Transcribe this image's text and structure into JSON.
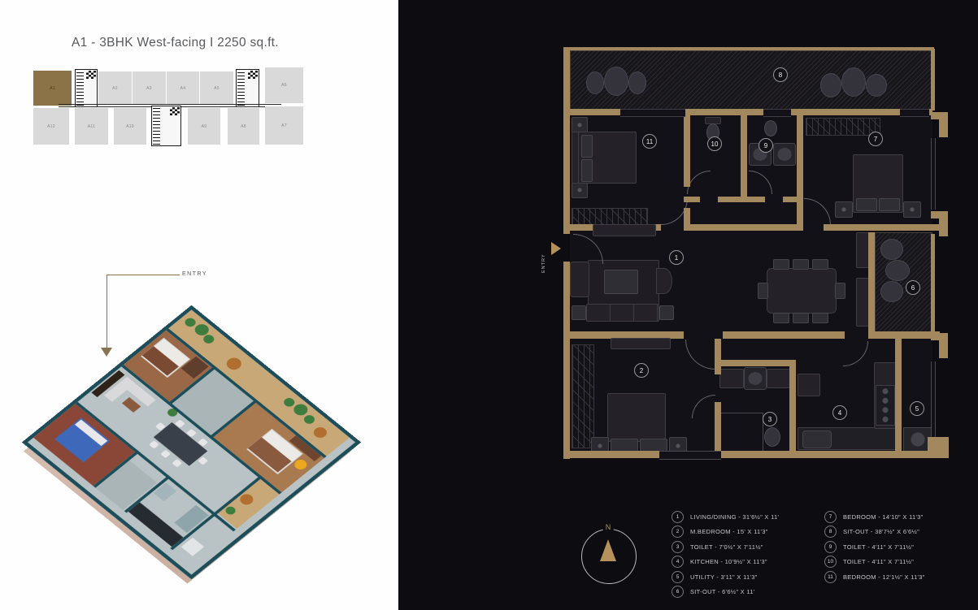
{
  "title": "A1 - 3BHK West-facing I 2250 sq.ft.",
  "key_plan": {
    "highlighted_unit": "A1",
    "top_row": [
      "A1",
      "A2",
      "A3",
      "A4",
      "A5",
      "A6"
    ],
    "bottom_row": [
      "A12",
      "A11",
      "A10",
      "A9",
      "A8",
      "A7"
    ]
  },
  "entry_callout": {
    "label": "ENTRY"
  },
  "plan2d": {
    "entry_label": "ENTRY"
  },
  "compass": {
    "north_label": "N"
  },
  "legend": {
    "items": [
      {
        "num": "1",
        "text": "LIVING/DINING - 31'6½\" X 11'"
      },
      {
        "num": "2",
        "text": "M.BEDROOM - 15' X 11'3\""
      },
      {
        "num": "3",
        "text": "TOILET - 7'0½\" X 7'11½\""
      },
      {
        "num": "4",
        "text": "KITCHEN - 10'9½\" X 11'3\""
      },
      {
        "num": "5",
        "text": "UTILITY - 3'11\" X 11'3\""
      },
      {
        "num": "6",
        "text": "SIT-OUT - 6'6½\" X 11'"
      },
      {
        "num": "7",
        "text": "BEDROOM - 14'10\" X 11'3\""
      },
      {
        "num": "8",
        "text": "SIT-OUT - 38'7½\" X 6'6½\""
      },
      {
        "num": "9",
        "text": "TOILET - 4'11\" X 7'11½\""
      },
      {
        "num": "10",
        "text": "TOILET - 4'11\" X 7'11½\""
      },
      {
        "num": "11",
        "text": "BEDROOM - 12'1½\" X 11'3\""
      }
    ]
  },
  "colors": {
    "panel_light": "#fefefe",
    "panel_dark": "#0d0c11",
    "wall_gold": "#a2885c",
    "accent_gold": "#b5925c",
    "unit_highlight": "#8c7347",
    "iso_wall_teal": "#1d4d59"
  }
}
